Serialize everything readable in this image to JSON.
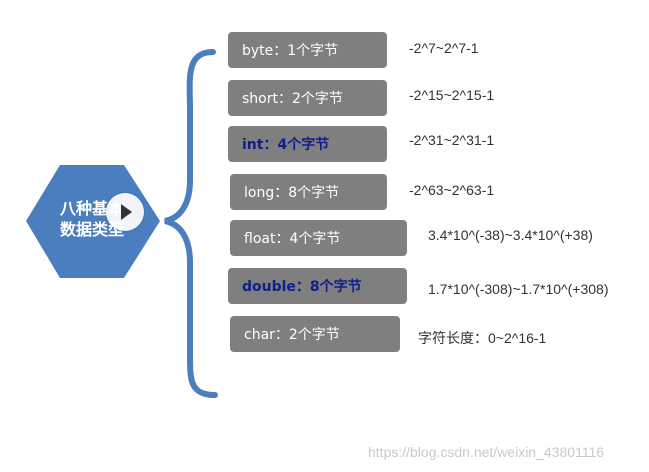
{
  "center": {
    "line1": "八种基本",
    "line2": "数据类型"
  },
  "items": [
    {
      "label": "byte：1个字节",
      "range": "-2^7~2^7-1",
      "bold": false
    },
    {
      "label": "short：2个字节",
      "range": "-2^15~2^15-1",
      "bold": false
    },
    {
      "label": "int：4个字节",
      "range": "-2^31~2^31-1",
      "bold": true
    },
    {
      "label": "long：8个字节",
      "range": "-2^63~2^63-1",
      "bold": false
    },
    {
      "label": "float：4个字节",
      "range": "3.4*10^(-38)~3.4*10^(+38)",
      "bold": false
    },
    {
      "label": "double：8个字节",
      "range": "1.7*10^(-308)~1.7*10^(+308)",
      "bold": true
    },
    {
      "label": "char：2个字节",
      "range": "字符长度：0~2^16-1",
      "bold": false
    }
  ],
  "watermark": "https://blog.csdn.net/weixin_43801116",
  "colors": {
    "hexagon": "#4a7ebf",
    "brace": "#4a7ebf",
    "box": "#7f7f7f",
    "bold_text": "#0d1f8a"
  },
  "icons": {
    "play": "play-icon"
  }
}
